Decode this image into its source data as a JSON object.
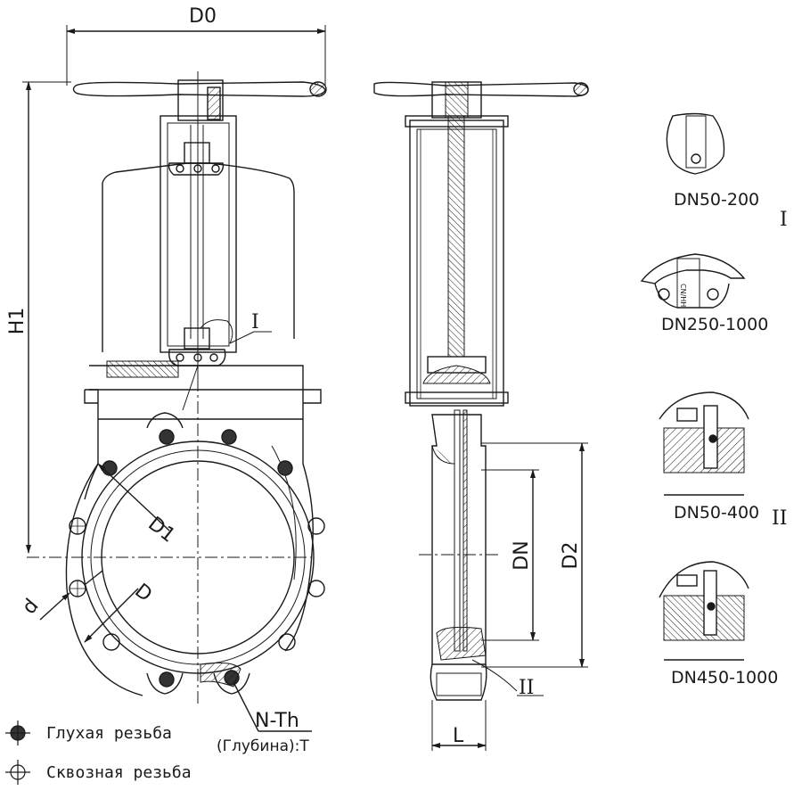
{
  "labels": {
    "d0": "D0",
    "h1": "H1",
    "d1": "D1",
    "d": "d",
    "d_bore": "D",
    "nth": "N-Th",
    "depth": "(Глубина):T",
    "dn": "DN",
    "d2": "D2",
    "l": "L",
    "mark_1": "I",
    "mark_2": "II"
  },
  "details": {
    "roman_1": "I",
    "roman_2": "II",
    "dn50_200": "DN50-200",
    "dn250_1000": "DN250-1000",
    "dn50_400": "DN50-400",
    "dn450_1000": "DN450-1000",
    "plate_text": "CN/HH"
  },
  "legend": {
    "blind": "Глухая резьба",
    "through": "Сквозная резьба"
  },
  "colors": {
    "line": "#1a1a1a",
    "thin": "#333333"
  }
}
